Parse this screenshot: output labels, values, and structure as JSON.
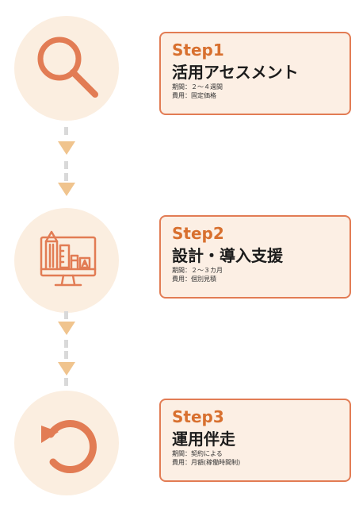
{
  "colors": {
    "accent": "#e27c54",
    "step_label": "#d8702f",
    "circle_bg": "#fbeee0",
    "card_bg": "#fcefe4",
    "arrow": "#f0c48e",
    "dash": "#d9d9d9"
  },
  "steps": [
    {
      "icon": "search-icon",
      "label": "Step1",
      "title": "活用アセスメント",
      "period": "期間：２〜４週間",
      "cost": "費用：固定価格"
    },
    {
      "icon": "design-monitor-icon",
      "label": "Step2",
      "title": "設計・導入支援",
      "period": "期間：２〜３カ月",
      "cost": "費用：個別見積"
    },
    {
      "icon": "cycle-arrow-icon",
      "label": "Step3",
      "title": "運用伴走",
      "period": "期間：契約による",
      "cost": "費用：月額(稼働時間制)"
    }
  ]
}
